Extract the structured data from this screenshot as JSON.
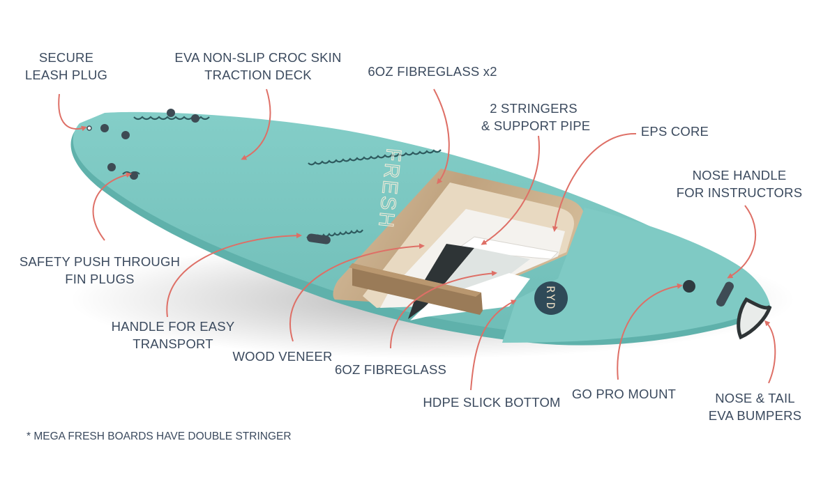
{
  "colors": {
    "board": "#79c7c1",
    "board_shade": "#5fb1ab",
    "arrow": "#de6f66",
    "text": "#3b4a5e",
    "plug": "#3e4b54",
    "wood": "#c9ae8c",
    "foam": "#f4f2ee"
  },
  "board_text": {
    "brand": "FRESH",
    "logo": "RYD"
  },
  "labels": {
    "secure_leash_plug": [
      "SECURE",
      "LEASH PLUG"
    ],
    "traction_deck": [
      "EVA NON-SLIP CROC SKIN",
      "TRACTION DECK"
    ],
    "fibreglass_x2": [
      "6OZ FIBREGLASS x2"
    ],
    "stringers": [
      "2 STRINGERS",
      "& SUPPORT PIPE"
    ],
    "eps_core": [
      "EPS CORE"
    ],
    "nose_handle": [
      "NOSE HANDLE",
      "FOR INSTRUCTORS"
    ],
    "fin_plugs": [
      "SAFETY PUSH THROUGH",
      "FIN PLUGS"
    ],
    "handle_transport": [
      "HANDLE FOR EASY",
      "TRANSPORT"
    ],
    "wood_veneer": [
      "WOOD VENEER"
    ],
    "fibreglass": [
      "6OZ FIBREGLASS"
    ],
    "hdpe_bottom": [
      "HDPE SLICK BOTTOM"
    ],
    "gopro_mount": [
      "GO PRO MOUNT"
    ],
    "bumpers": [
      "NOSE & TAIL",
      "EVA BUMPERS"
    ]
  },
  "footnote": "* MEGA FRESH BOARDS HAVE DOUBLE STRINGER"
}
